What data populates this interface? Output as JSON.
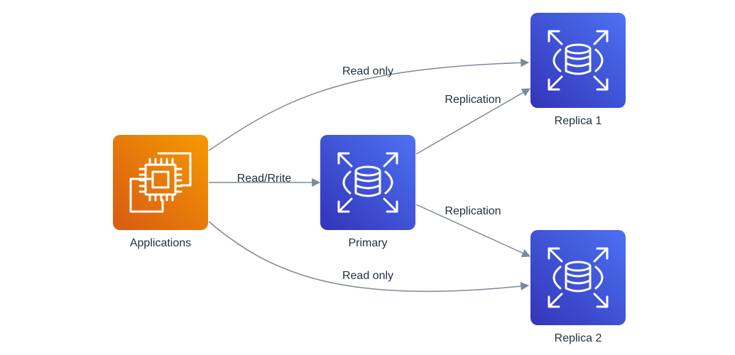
{
  "colors": {
    "compute_top": "#f59a00",
    "compute_bottom": "#d85a14",
    "database_top": "#4d72f3",
    "database_bottom": "#3334b8",
    "edge": "#7d8998",
    "label": "#232f3e"
  },
  "nodes": {
    "applications": {
      "label": "Applications",
      "icon": "ec2-instances-icon"
    },
    "primary": {
      "label": "Primary",
      "icon": "rds-database-icon"
    },
    "replica1": {
      "label": "Replica 1",
      "icon": "rds-database-icon"
    },
    "replica2": {
      "label": "Replica 2",
      "icon": "rds-database-icon"
    }
  },
  "edges": {
    "app_to_primary": {
      "label": "Read/Rrite"
    },
    "app_to_replica1": {
      "label": "Read only"
    },
    "app_to_replica2": {
      "label": "Read only"
    },
    "primary_to_replica1": {
      "label": "Replication"
    },
    "primary_to_replica2": {
      "label": "Replication"
    }
  }
}
